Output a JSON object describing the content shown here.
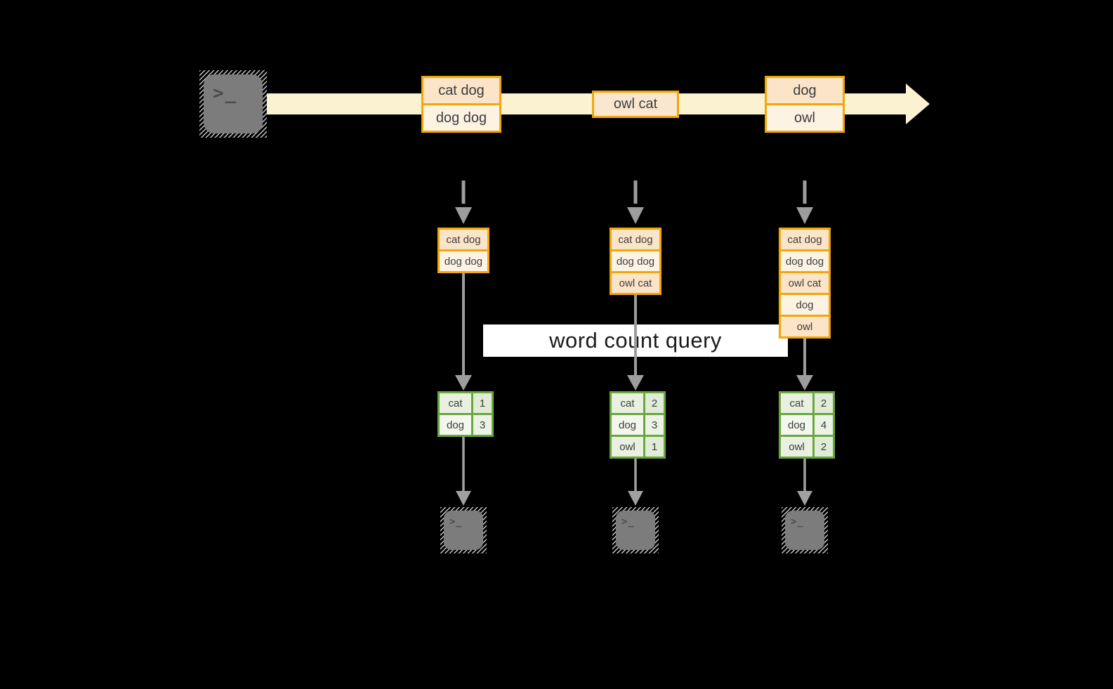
{
  "query_label": "word count query",
  "stream": {
    "source_icon": "terminal-icon",
    "terminal_prompt": ">_",
    "batches": [
      {
        "items": [
          "cat dog",
          "dog dog"
        ]
      },
      {
        "items": [
          "owl cat"
        ]
      },
      {
        "items": [
          "dog",
          "owl"
        ]
      }
    ]
  },
  "pipelines": [
    {
      "batch_input": [
        "cat dog",
        "dog dog"
      ],
      "word_counts": [
        {
          "word": "cat",
          "count": "1"
        },
        {
          "word": "dog",
          "count": "3"
        }
      ]
    },
    {
      "batch_input": [
        "cat dog",
        "dog dog",
        "owl cat"
      ],
      "word_counts": [
        {
          "word": "cat",
          "count": "2"
        },
        {
          "word": "dog",
          "count": "3"
        },
        {
          "word": "owl",
          "count": "1"
        }
      ]
    },
    {
      "batch_input": [
        "cat dog",
        "dog dog",
        "owl cat",
        "dog",
        "owl"
      ],
      "word_counts": [
        {
          "word": "cat",
          "count": "2"
        },
        {
          "word": "dog",
          "count": "4"
        },
        {
          "word": "owl",
          "count": "2"
        }
      ]
    }
  ],
  "colors": {
    "background": "#000000",
    "stream_band": "#fbf2d1",
    "orange_border": "#f2a60a",
    "cell_peach": "#fbe4c8",
    "cell_cream": "#fdf3e3",
    "green_border": "#68a83e",
    "green_cell": "#e9f0e0",
    "arrow_gray": "#9d9d9d",
    "terminal_gray": "#7c7c7c",
    "label_background": "#ffffff"
  }
}
